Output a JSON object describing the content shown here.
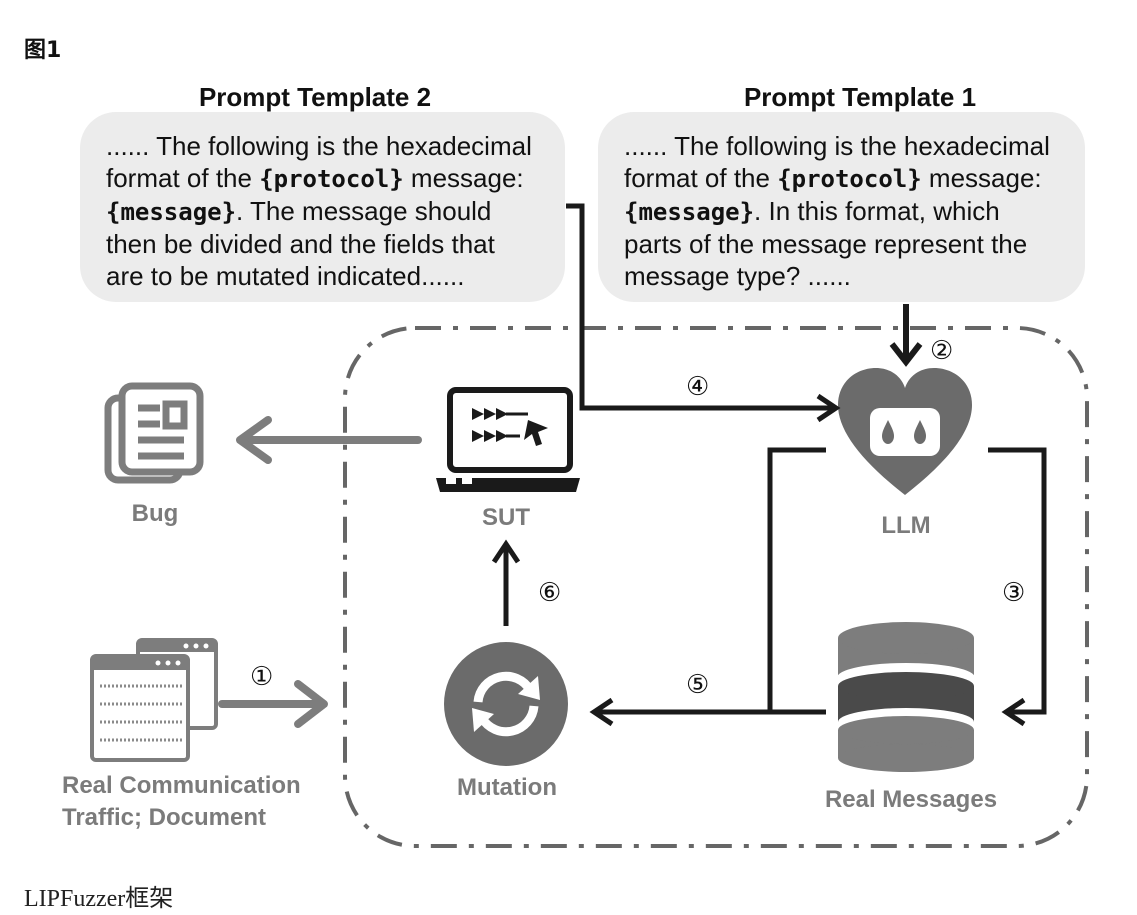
{
  "figure_title": "图1",
  "caption": "LIPFuzzer框架",
  "templates": [
    {
      "title": "Prompt Template 2",
      "text_pre": "...... The following is the hexadecimal format of the ",
      "kw1": "{protocol}",
      "text_mid": " message: ",
      "kw2": "{message}",
      "text_post": ". The message should then be divided and the fields that are to be mutated indicated......"
    },
    {
      "title": "Prompt Template 1",
      "text_pre": "...... The following is the hexadecimal format of the ",
      "kw1": "{protocol}",
      "text_mid": " message: ",
      "kw2": "{message}",
      "text_post": ". In this format, which parts of the message represent the message type? ......"
    }
  ],
  "nodes": {
    "bug": "Bug",
    "sut": "SUT",
    "llm": "LLM",
    "traffic_line1": "Real Communication",
    "traffic_line2": "Traffic; Document",
    "mutation": "Mutation",
    "real_messages": "Real Messages"
  },
  "steps": [
    "①",
    "②",
    "③",
    "④",
    "⑤",
    "⑥"
  ],
  "colors": {
    "dark": "#1a1a1a",
    "gray": "#7d7d7d",
    "bubble": "#ececec"
  }
}
